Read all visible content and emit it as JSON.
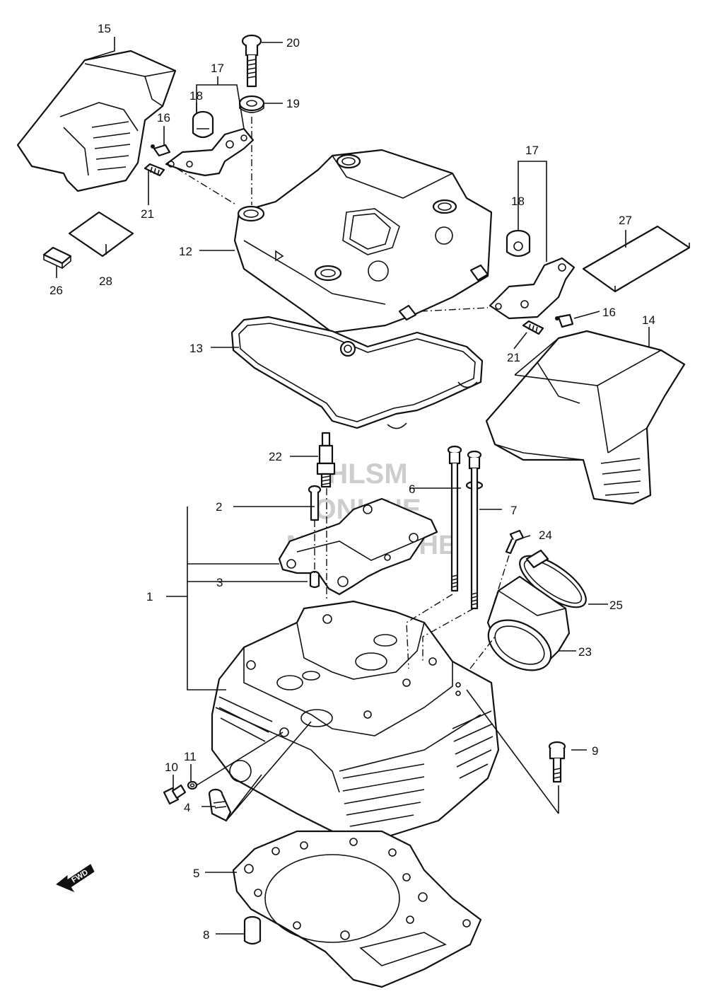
{
  "callouts": {
    "c1": "1",
    "c2": "2",
    "c3": "3",
    "c4": "4",
    "c5": "5",
    "c6": "6",
    "c7": "7",
    "c8": "8",
    "c9": "9",
    "c10": "10",
    "c11": "11",
    "c12": "12",
    "c13": "13",
    "c14": "14",
    "c15": "15",
    "c16a": "16",
    "c16b": "16",
    "c17a": "17",
    "c17b": "17",
    "c18a": "18",
    "c18b": "18",
    "c19": "19",
    "c20": "20",
    "c21a": "21",
    "c21b": "21",
    "c22": "22",
    "c23": "23",
    "c24": "24",
    "c25": "25",
    "c26": "26",
    "c27": "27",
    "c28": "28"
  },
  "fwd_arrow": {
    "label": "FWD"
  },
  "watermark": {
    "line1": "HLSM",
    "line2": "ONLINE",
    "line3": "MICROFICHE"
  }
}
